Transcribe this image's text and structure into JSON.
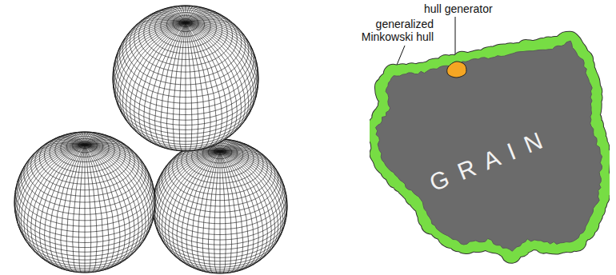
{
  "diagram": {
    "nodes": [
      {
        "text": [
          "G R A I N"
        ]
      }
    ],
    "labels": [
      "hull generator",
      "generalized Minkowski hull"
    ]
  }
}
